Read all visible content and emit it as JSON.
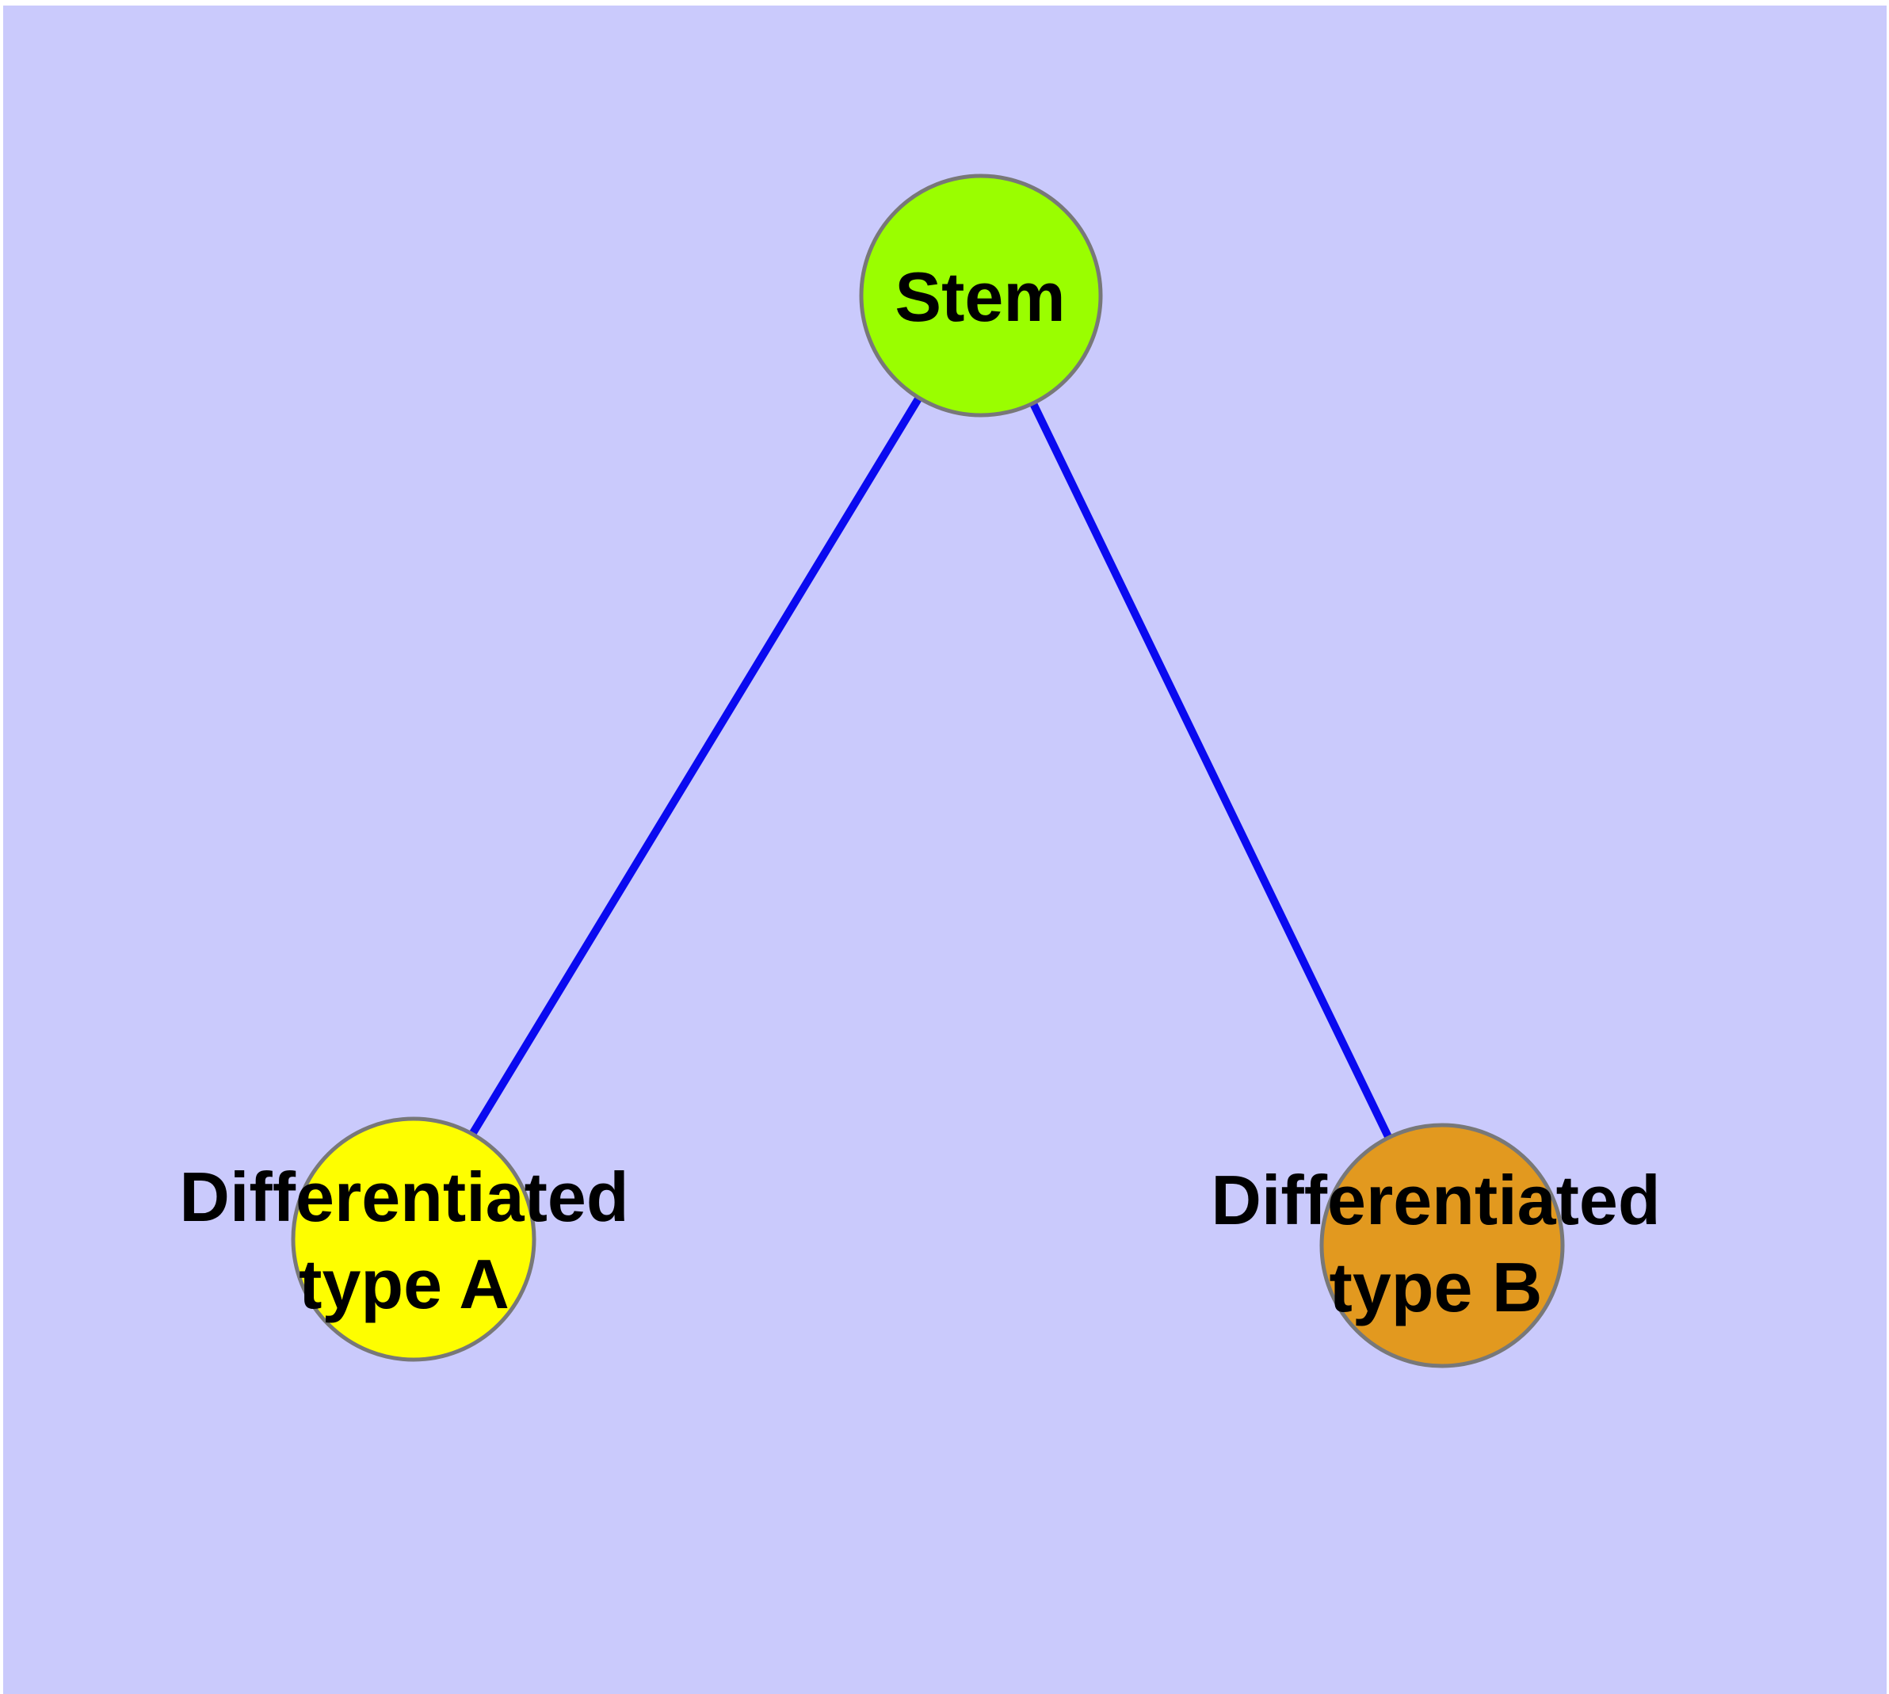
{
  "canvas": {
    "background": "#CACAFC",
    "frame": "#FFFFFF"
  },
  "graph": {
    "type": "node-link-diagram",
    "nodes": {
      "stem": {
        "label": "Stem",
        "fill": "#9AFE00",
        "border": "#787878"
      },
      "typeA": {
        "line1": "Differentiated",
        "line2": "type A",
        "fill": "#FEFE00",
        "border": "#787878"
      },
      "typeB": {
        "line1": "Differentiated",
        "line2": "type B",
        "fill": "#E2991F",
        "border": "#787878"
      }
    },
    "edges": {
      "color": "#0A0AF0",
      "list": [
        {
          "from": "Stem",
          "to": "Differentiated type A"
        },
        {
          "from": "Stem",
          "to": "Differentiated type B"
        }
      ]
    }
  }
}
